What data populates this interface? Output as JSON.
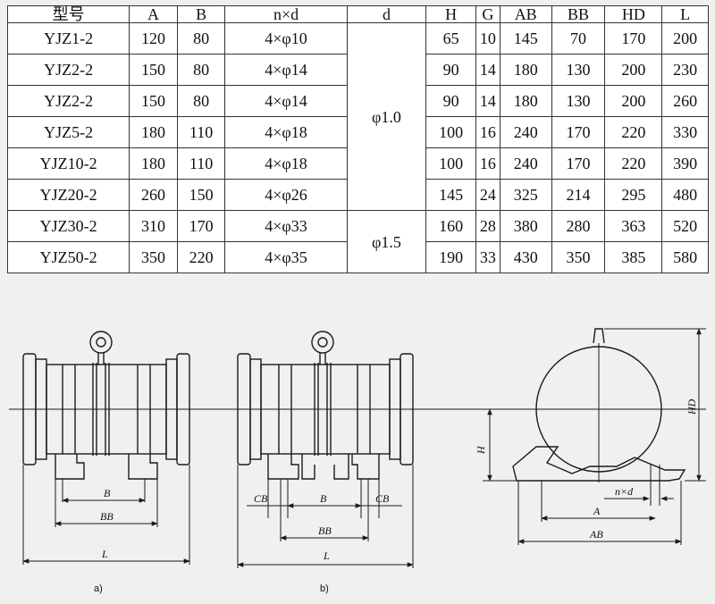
{
  "table": {
    "headers": [
      "型号",
      "A",
      "B",
      "n×d",
      "d",
      "H",
      "G",
      "AB",
      "BB",
      "HD",
      "L"
    ],
    "rows": [
      [
        "YJZ1-2",
        "120",
        "80",
        "4×φ10",
        "65",
        "10",
        "145",
        "70",
        "170",
        "200"
      ],
      [
        "YJZ2-2",
        "150",
        "80",
        "4×φ14",
        "90",
        "14",
        "180",
        "130",
        "200",
        "230"
      ],
      [
        "YJZ2-2",
        "150",
        "80",
        "4×φ14",
        "90",
        "14",
        "180",
        "130",
        "200",
        "260"
      ],
      [
        "YJZ5-2",
        "180",
        "110",
        "4×φ18",
        "100",
        "16",
        "240",
        "170",
        "220",
        "330"
      ],
      [
        "YJZ10-2",
        "180",
        "110",
        "4×φ18",
        "100",
        "16",
        "240",
        "170",
        "220",
        "390"
      ],
      [
        "YJZ20-2",
        "260",
        "150",
        "4×φ26",
        "145",
        "24",
        "325",
        "214",
        "295",
        "480"
      ],
      [
        "YJZ30-2",
        "310",
        "170",
        "4×φ33",
        "160",
        "28",
        "380",
        "280",
        "363",
        "520"
      ],
      [
        "YJZ50-2",
        "350",
        "220",
        "4×φ35",
        "190",
        "33",
        "430",
        "350",
        "385",
        "580"
      ]
    ],
    "d_groups": [
      {
        "value": "φ1.0",
        "rows": 6
      },
      {
        "value": "φ1.5",
        "rows": 2
      }
    ]
  },
  "drawings": {
    "a": {
      "caption": "a)",
      "dims": {
        "b": "B",
        "bb": "BB",
        "l": "L"
      }
    },
    "b": {
      "caption": "b)",
      "dims": {
        "cb_left": "CB",
        "b": "B",
        "cb_right": "CB",
        "bb": "BB",
        "l": "L"
      }
    },
    "side": {
      "dims": {
        "h": "H",
        "hd": "HD",
        "nd": "n×d",
        "a": "A",
        "ab": "AB"
      }
    }
  }
}
